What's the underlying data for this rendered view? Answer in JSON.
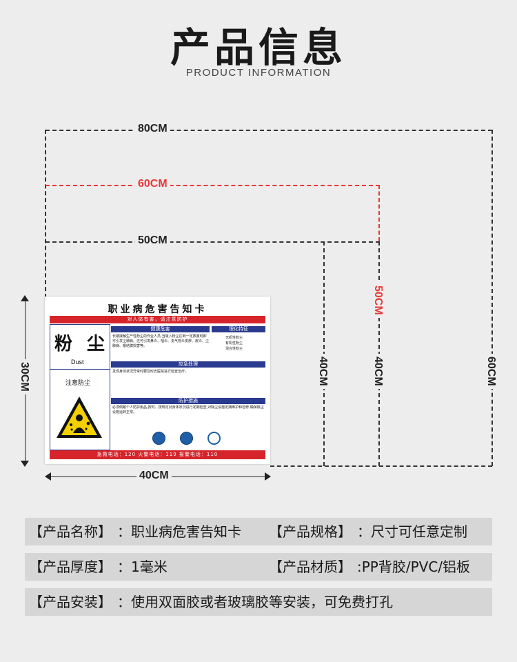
{
  "header": {
    "title": "产品信息",
    "subtitle": "PRODUCT INFORMATION"
  },
  "dimensions": {
    "w80": "80CM",
    "w60": "60CM",
    "w50": "50CM",
    "h50": "50CM",
    "h40a": "40CM",
    "h40b": "40CM",
    "h60": "60CM",
    "h30": "30CM",
    "w40": "40CM"
  },
  "sign": {
    "title": "职业病危害告知卡",
    "warning": "对人体有害，请注意防护",
    "health_header": "健康危害",
    "property_header": "理化特征",
    "health_text": "长期接触生产性粉尘的作业人员,当吸入粉尘达到一定数量时即可引发尘肺病。还可引发鼻炎、咽炎、支气管炎皮疹、皮炎、尘肺病、眼结膜损害等。",
    "properties": [
      "无机性粉尘",
      "有机性粉尘",
      "混合性粉尘"
    ],
    "hazard_name": "粉 尘",
    "hazard_en": "Dust",
    "hazard_note": "注意防尘",
    "emergency_header": "应急处理",
    "emergency_text": "发现身体状况异常时要及时去医院进行检查治疗。",
    "protection_header": "防护措施",
    "protection_text": "必须佩戴个人防护用品,按时、按规定对身体状况进行定期检查,对除尘设施定期维护和检修,确保除尘设施运转正常。",
    "phones": "急救电话：120  火警电话：119  报警电话：110",
    "colors": {
      "red": "#d5252b",
      "blue": "#2a3a8f",
      "yellow": "#f5d000"
    }
  },
  "info": {
    "name_label": "【产品名称】",
    "name_value": "：职业病危害告知卡",
    "spec_label": "【产品规格】",
    "spec_value": "：尺寸可任意定制",
    "thick_label": "【产品厚度】",
    "thick_value": "：1毫米",
    "material_label": "【产品材质】",
    "material_value": ":PP背胶/PVC/铝板",
    "install_label": "【产品安装】",
    "install_value": "：使用双面胶或者玻璃胶等安装，可免费打孔"
  }
}
